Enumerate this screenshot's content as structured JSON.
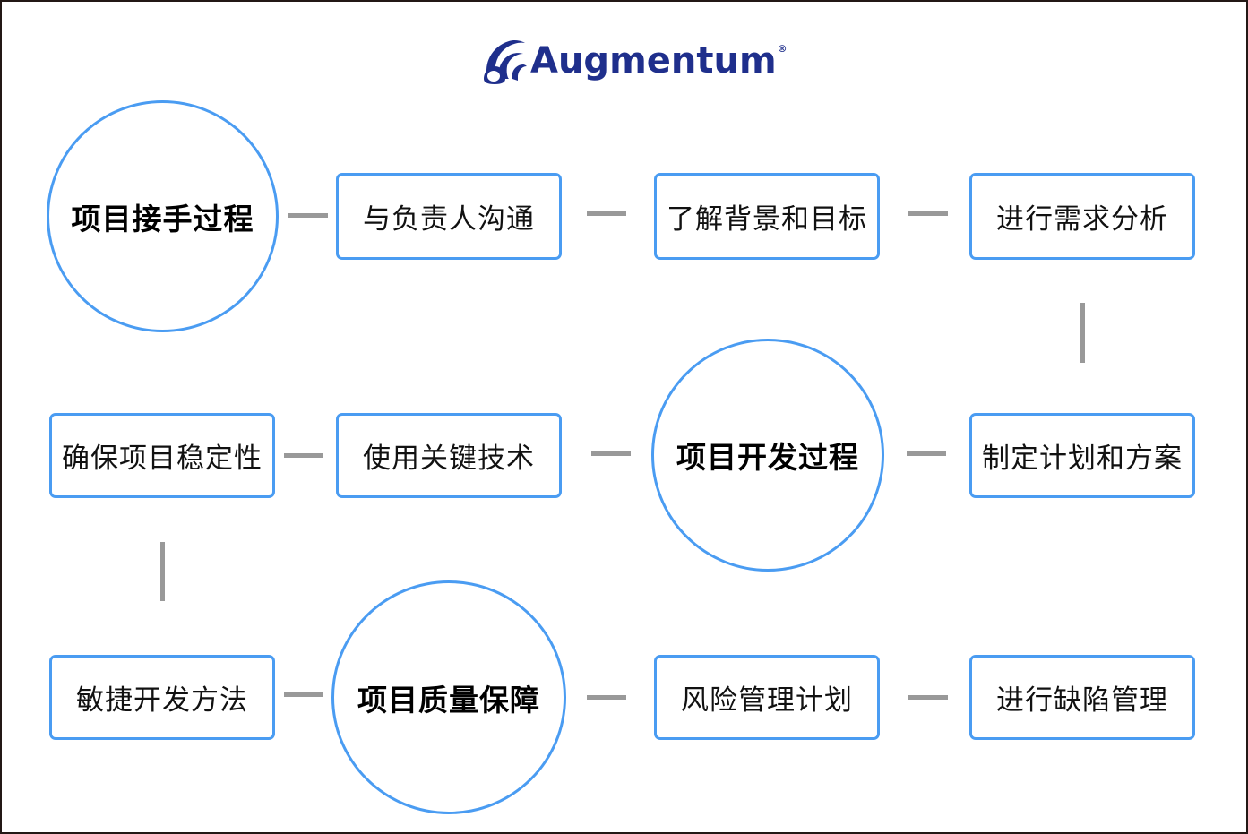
{
  "logo": {
    "name": "Augmentum",
    "registered_mark": "®",
    "color": "#1f2f8c"
  },
  "colors": {
    "node_border": "#4a9cf2",
    "connector": "#999999",
    "frame_border": "#231815"
  },
  "diagram": {
    "hubs": [
      {
        "id": "hub-handover",
        "label": "项目接手过程"
      },
      {
        "id": "hub-development",
        "label": "项目开发过程"
      },
      {
        "id": "hub-quality",
        "label": "项目质量保障"
      }
    ],
    "nodes": [
      {
        "id": "communicate",
        "label": "与负责人沟通"
      },
      {
        "id": "background",
        "label": "了解背景和目标"
      },
      {
        "id": "requirements",
        "label": "进行需求分析"
      },
      {
        "id": "plan",
        "label": "制定计划和方案"
      },
      {
        "id": "key-tech",
        "label": "使用关键技术"
      },
      {
        "id": "stability",
        "label": "确保项目稳定性"
      },
      {
        "id": "agile",
        "label": "敏捷开发方法"
      },
      {
        "id": "risk",
        "label": "风险管理计划"
      },
      {
        "id": "defects",
        "label": "进行缺陷管理"
      }
    ],
    "edges": [
      [
        "项目接手过程",
        "与负责人沟通"
      ],
      [
        "与负责人沟通",
        "了解背景和目标"
      ],
      [
        "了解背景和目标",
        "进行需求分析"
      ],
      [
        "进行需求分析",
        "制定计划和方案"
      ],
      [
        "制定计划和方案",
        "项目开发过程"
      ],
      [
        "项目开发过程",
        "使用关键技术"
      ],
      [
        "使用关键技术",
        "确保项目稳定性"
      ],
      [
        "确保项目稳定性",
        "敏捷开发方法"
      ],
      [
        "敏捷开发方法",
        "项目质量保障"
      ],
      [
        "项目质量保障",
        "风险管理计划"
      ],
      [
        "风险管理计划",
        "进行缺陷管理"
      ]
    ]
  }
}
